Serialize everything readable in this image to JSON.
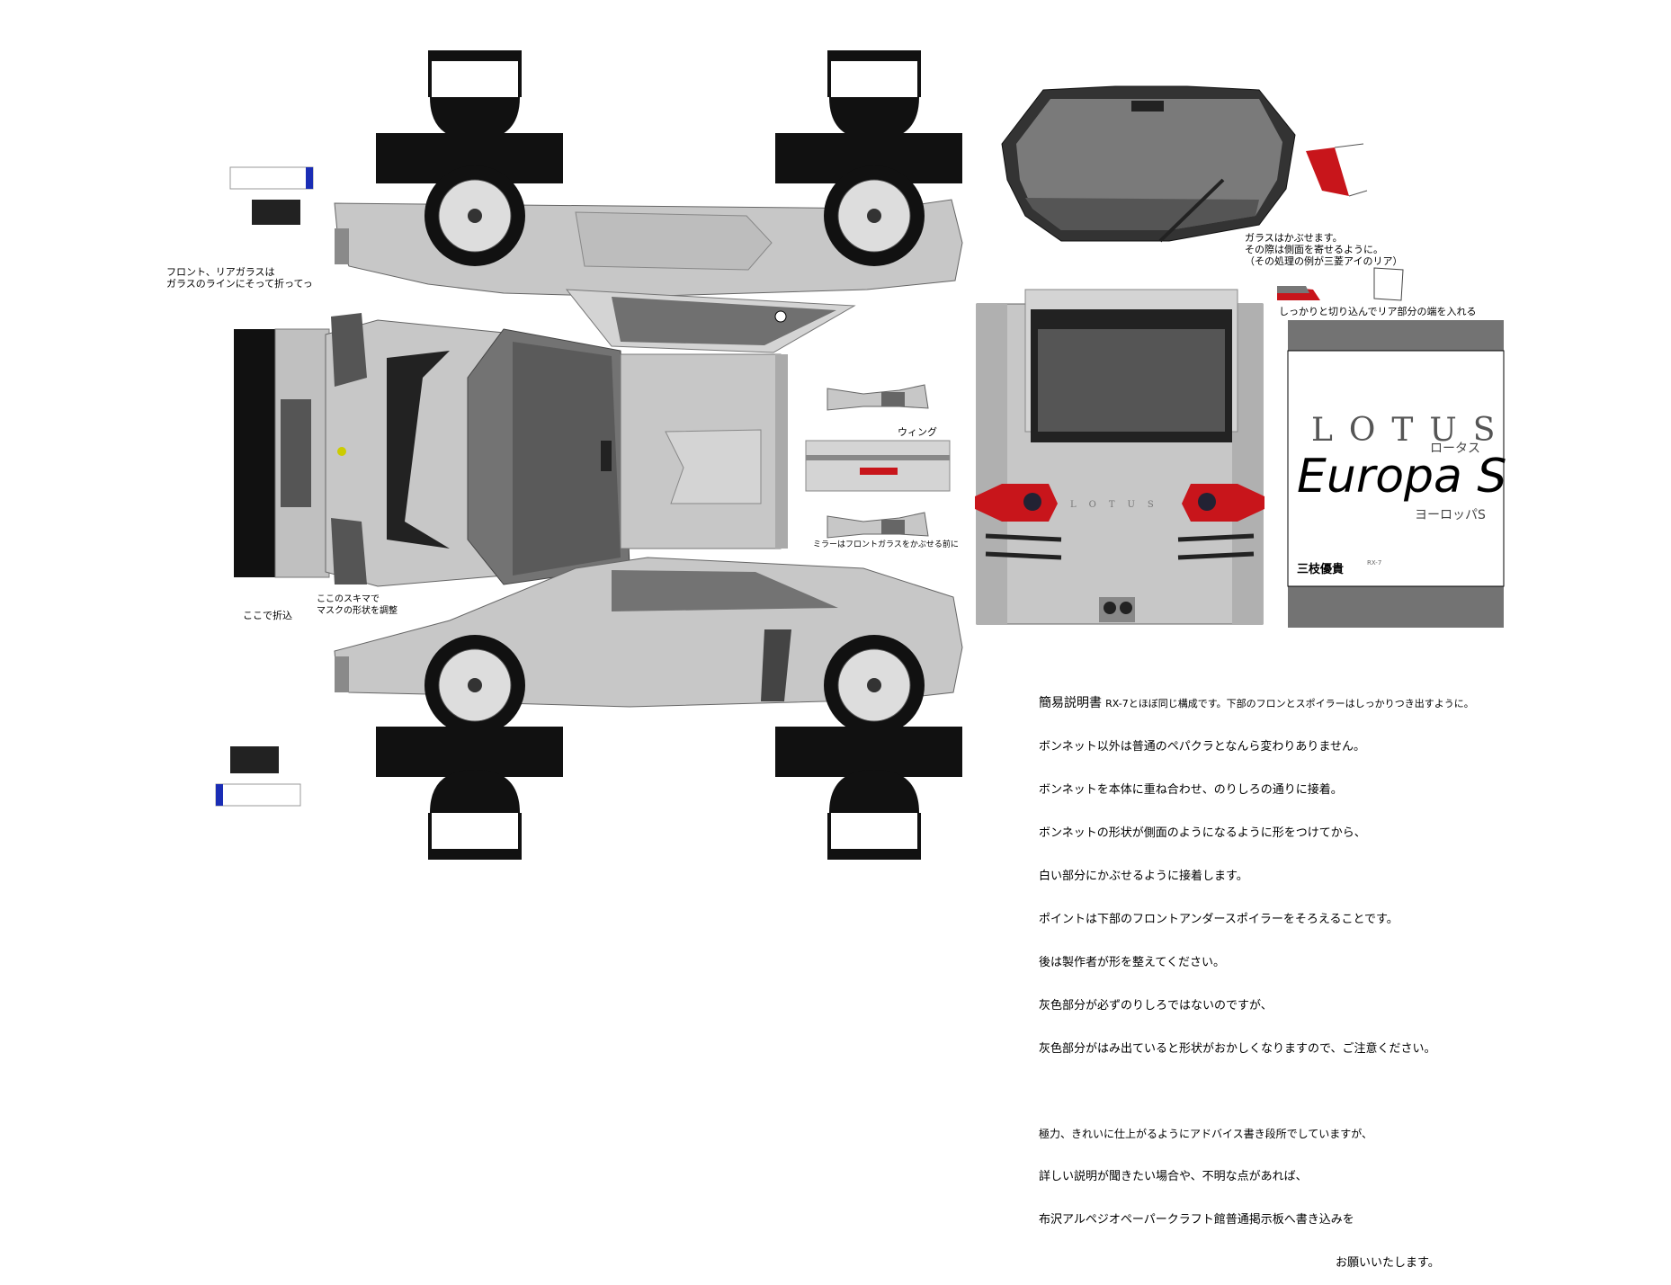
{
  "notes": {
    "front_rear_glass": "フロント、リアガラスは\nガラスのラインにそって折ってっ",
    "fold_here": "ここで折込",
    "gap_mask": "ここのスキマで\nマスクの形状を調整",
    "wing": "ウィング",
    "mirror": "ミラーはフロントガラスをかぶせる前に",
    "glass_cover": "ガラスはかぶせます。\nその際は側面を寄せるように。\n（その処理の例が三菱アイのリア）",
    "cut_in": "しっかりと切り込んでリア部分の端を入れる"
  },
  "brand": {
    "make": "LOTUS",
    "make_kana": "ロータス",
    "model": "Europa S",
    "model_kana": "ヨーロッパS",
    "author": "三枝優貴",
    "author_sub": "RX-7"
  },
  "rear_badge": "LOTUS",
  "manual": {
    "title": "簡易説明書",
    "subtitle": "RX-7とほぼ同じ構成です。下部のフロンとスポイラーはしっかりつき出すように。",
    "lines": [
      "ボンネット以外は普通のペパクラとなんら変わりありません。",
      "ボンネットを本体に重ね合わせ、のりしろの通りに接着。",
      "ボンネットの形状が側面のようになるように形をつけてから、",
      "白い部分にかぶせるように接着します。",
      "ポイントは下部のフロントアンダースポイラーをそろえることです。",
      "後は製作者が形を整えてください。",
      "灰色部分が必ずのりしろではないのですが、",
      "灰色部分がはみ出ていると形状がおかしくなりますので、ご注意ください。"
    ],
    "footer": [
      "極力、きれいに仕上がるようにアドバイス書き段所でしていますが、",
      "詳しい説明が聞きたい場合や、不明な点があれば、",
      "布沢アルペジオペーパークラフト館普通掲示板へ書き込みを",
      "お願いいたします。"
    ]
  },
  "colors": {
    "body": "#c7c7c7",
    "body_dark": "#a8a8a8",
    "tire": "#111111",
    "glass": "#6e6e6e",
    "tail_light": "#c8151b",
    "side_panel": "#737373",
    "accent_blue": "#1a2db5"
  }
}
